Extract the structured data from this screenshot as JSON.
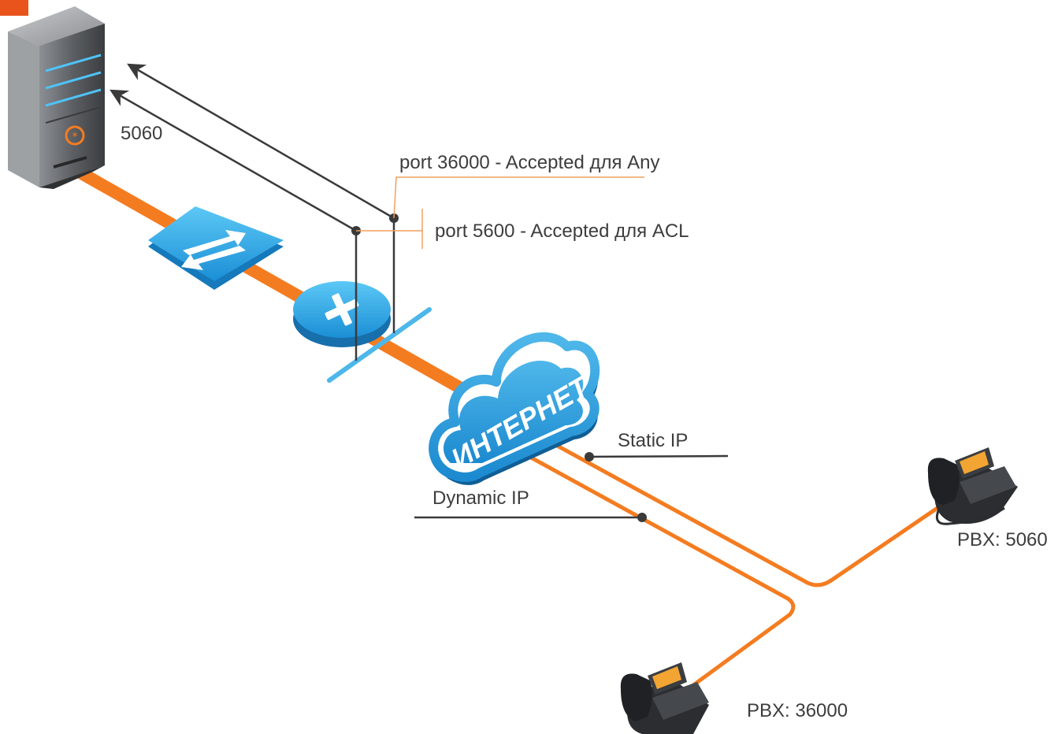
{
  "labels": {
    "server_port": "5060",
    "rule_any": "port 36000 - Accepted для Any",
    "rule_acl": "port 5600 - Accepted для ACL",
    "static_ip": "Static IP",
    "dynamic_ip": "Dynamic IP",
    "cloud": "ИНТЕРНЕТ",
    "pbx_right": "PBX: 5060",
    "pbx_bottom": "PBX: 36000"
  },
  "colors": {
    "link": "#f47c20",
    "accent_blue": "#2aa3e3",
    "line_dark": "#3a3a3a",
    "text": "#3d3d3d"
  },
  "icons": [
    "server-icon",
    "switch-icon",
    "router-icon",
    "internet-cloud-icon",
    "ip-phone-icon",
    "ip-phone-icon"
  ]
}
